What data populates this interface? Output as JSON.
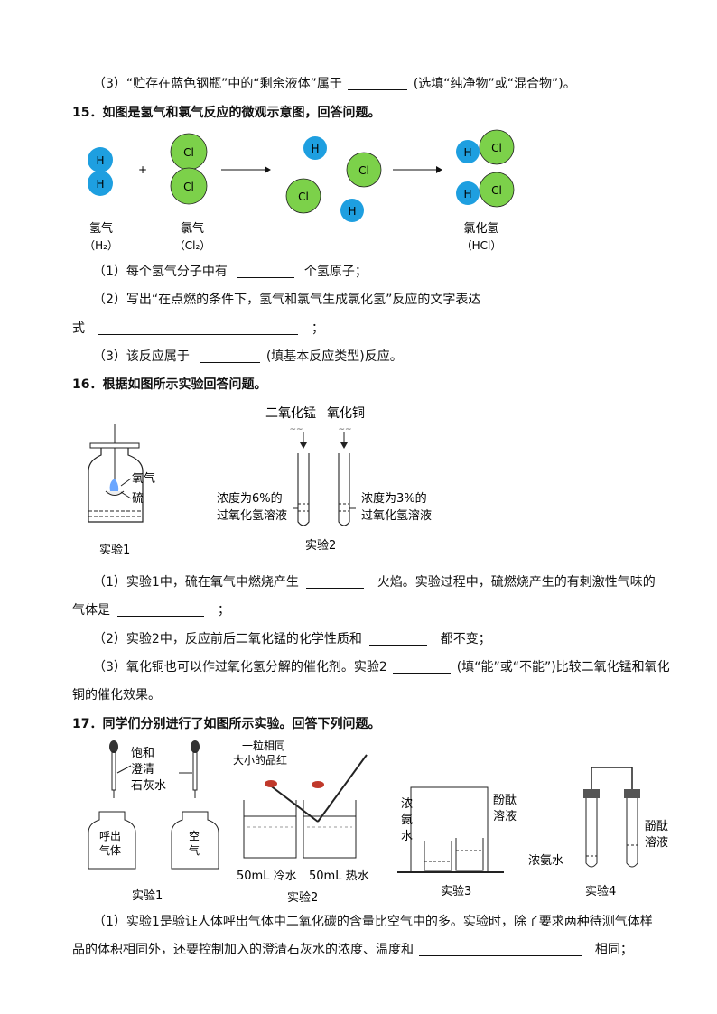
{
  "q14": {
    "p3_pre": "（3）“贮存在蓝色钢瓶”中的“剩余液体”属于",
    "p3_post": "(选填“纯净物”或“混合物”)。"
  },
  "q15": {
    "title": "15．如图是氢气和氯气反应的微观示意图，回答问题。",
    "fig": {
      "h": "H",
      "cl": "Cl",
      "plus": "+",
      "lbl_h2": "氢气",
      "lbl_h2_f": "（H₂）",
      "lbl_cl2": "氯气",
      "lbl_cl2_f": "（Cl₂）",
      "lbl_hcl": "氯化氢",
      "lbl_hcl_f": "（HCl）",
      "colors": {
        "h": "#1e9fe0",
        "cl": "#7cd14a"
      }
    },
    "p1_pre": "（1）每个氢气分子中有",
    "p1_post": "个氢原子；",
    "p2_a": "（2）写出“在点燃的条件下，氢气和氯气生成氯化氢”反应的文字表达",
    "p2_b": "式",
    "p2_end": "；",
    "p3_pre": "（3）该反应属于",
    "p3_post": "(填基本反应类型)反应。"
  },
  "q16": {
    "title": "16．根据如图所示实验回答问题。",
    "fig": {
      "oxygen": "氧气",
      "sulfur": "硫",
      "exp1": "实验1",
      "mno2": "二氧化锰",
      "cuo": "氧化铜",
      "left_a": "浓度为6%的",
      "left_b": "过氧化氢溶液",
      "right_a": "浓度为3%的",
      "right_b": "过氧化氢溶液",
      "exp2": "实验2"
    },
    "p1_pre": "（1）实验1中，硫在氧气中燃烧产生",
    "p1_post": "火焰。实验过程中，硫燃烧产生的有刺激性气味的",
    "p1_b_pre": "气体是",
    "p1_b_post": "；",
    "p2_pre": "（2）实验2中，反应前后二氧化锰的化学性质和",
    "p2_post": "都不变；",
    "p3_pre": "（3）氧化铜也可以作过氧化氢分解的催化剂。实验2",
    "p3_post": "(填“能”或“不能”)比较二氧化锰和氧化",
    "p3_b": "铜的催化效果。"
  },
  "q17": {
    "title": "17．同学们分别进行了如图所示实验。回答下列问题。",
    "fig": {
      "lime_a": "饱和",
      "lime_b": "澄清",
      "lime_c": "石灰水",
      "exhaled_a": "呼出",
      "exhaled_b": "气体",
      "air_a": "空",
      "air_b": "气",
      "exp1": "实验1",
      "dye_a": "一粒相同",
      "dye_b": "大小的品红",
      "cold": "50mL 冷水",
      "hot": "50mL 热水",
      "exp2": "实验2",
      "nh3_a": "浓",
      "nh3_b": "氨",
      "nh3_c": "水",
      "phen_a": "酚酞",
      "phen_b": "溶液",
      "exp3": "实验3",
      "nh3w": "浓氨水",
      "phen4_a": "酚酞",
      "phen4_b": "溶液",
      "exp4": "实验4"
    },
    "p1_a": "（1）实验1是验证人体呼出气体中二氧化碳的含量比空气中的多。实验时，除了要求两种待测气体样",
    "p1_b_pre": "品的体积相同外，还要控制加入的澄清石灰水的浓度、温度和",
    "p1_b_post": "相同；"
  }
}
